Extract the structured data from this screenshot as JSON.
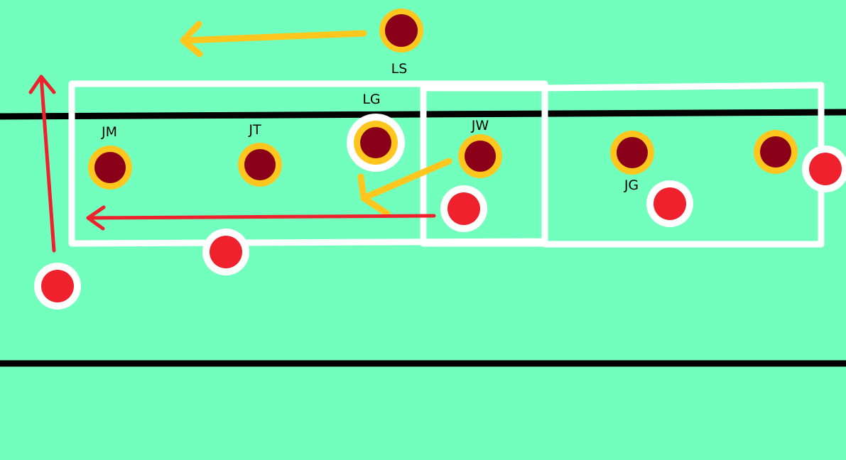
{
  "colors": {
    "field": "#72ffbe",
    "line": "#000000",
    "box_outline": "#ffffff",
    "team_a_outer": "#ffc61e",
    "team_a_inner": "#8b0019",
    "team_b": "#ee212d",
    "arrow_team_a": "#ffc61e",
    "arrow_team_b": "#ee212d"
  },
  "labels": {
    "ls": "LS",
    "lg": "LG",
    "jm": "JM",
    "jt": "JT",
    "jw": "JW",
    "jg": "JG"
  }
}
